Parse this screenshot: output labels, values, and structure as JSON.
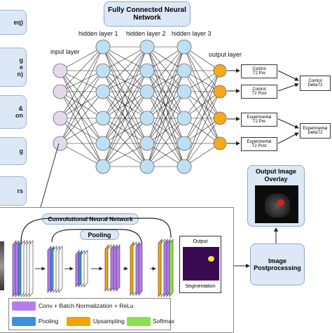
{
  "title": {
    "line1": "Fully Connected Neural",
    "line2": "Network"
  },
  "layers": {
    "input": "input layer",
    "hidden1": "hidden layer 1",
    "hidden2": "hidden layer 2",
    "hidden3": "hidden layer 3",
    "output": "output layer"
  },
  "outputs": [
    {
      "line1": "Control",
      "line2": "T2 Pre"
    },
    {
      "line1": "Control",
      "line2": "T2 Post"
    },
    {
      "line1": "Experimental",
      "line2": "T2 Pre"
    },
    {
      "line1": "Experimental",
      "line2": "T2 Post"
    }
  ],
  "deltas": [
    {
      "line1": "Control",
      "line2": "DeltaT2"
    },
    {
      "line1": "Experimental",
      "line2": "DeltaT2"
    }
  ],
  "side_labels": [
    {
      "lines": [
        "eq)"
      ]
    },
    {
      "lines": [
        "g",
        "e",
        "n)"
      ]
    },
    {
      "lines": [
        "&",
        "on"
      ]
    },
    {
      "lines": [
        "g"
      ]
    },
    {
      "lines": [
        "rs"
      ]
    }
  ],
  "overlay_title": {
    "line1": "Output Image",
    "line2": "Overlay"
  },
  "postprocessing": {
    "line1": "Image",
    "line2": "Postprocessing"
  },
  "cnn_title": "Convolutional Neural Network",
  "pooling": "Pooling",
  "seg": {
    "top": "Output",
    "bottom": "Segmentation"
  },
  "legend": {
    "conv": "Conv + Batch Normalization + ReLu",
    "pool": "Pooling",
    "up": "Upsampling",
    "soft": "Softmax"
  },
  "colors": {
    "input_node": "#e6d8ec",
    "hidden_node": "#bfe0f4",
    "output_node": "#f7a81b",
    "conv": "#b77cf0",
    "pool": "#3d8fe0",
    "up": "#f5a300",
    "soft": "#8be04e",
    "panel": "#dde8f6"
  }
}
